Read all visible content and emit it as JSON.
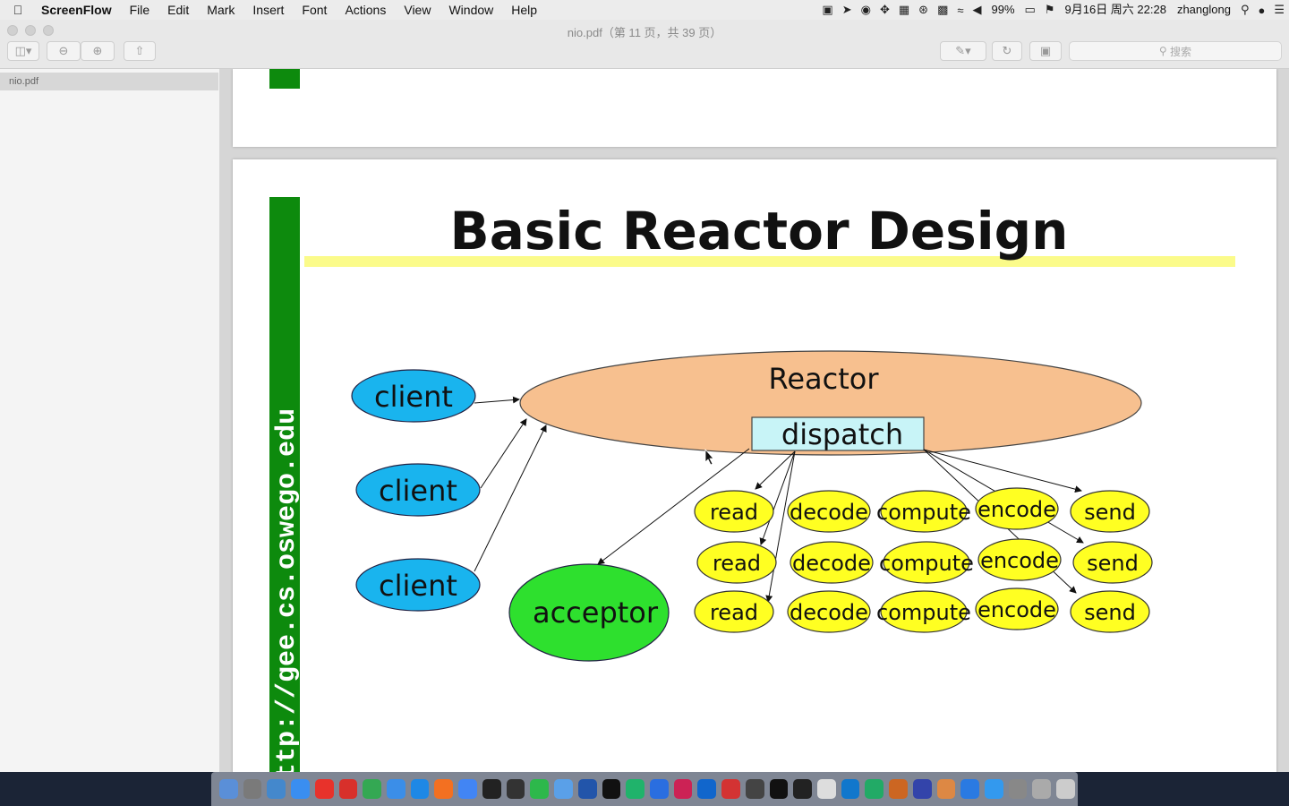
{
  "menubar": {
    "app": "ScreenFlow",
    "items": [
      "File",
      "Edit",
      "Mark",
      "Insert",
      "Font",
      "Actions",
      "View",
      "Window",
      "Help"
    ],
    "battery": "99%",
    "datetime": "9月16日 周六 22:28",
    "user": "zhanglong"
  },
  "window": {
    "title": "nio.pdf（第 11 页，共 39 页）",
    "search_placeholder": "搜索",
    "sidebar_file": "nio.pdf"
  },
  "slide": {
    "title": "Basic Reactor Design",
    "vertical_url": "http://gee.cs.oswego.edu",
    "reactor_label": "Reactor",
    "dispatch_label": "dispatch",
    "acceptor_label": "acceptor",
    "clients": [
      "client",
      "client",
      "client"
    ],
    "handler_rows": [
      [
        "read",
        "decode",
        "compute",
        "encode",
        "send"
      ],
      [
        "read",
        "decode",
        "compute",
        "encode",
        "send"
      ],
      [
        "read",
        "decode",
        "compute",
        "encode",
        "send"
      ]
    ],
    "colors": {
      "reactor": "#f7c08f",
      "dispatch": "#c8f4f7",
      "client": "#19b4ee",
      "acceptor": "#2ee02e",
      "handler": "#ffff22",
      "green_bar": "#0d8a0d",
      "title_underline": "#fbfb8a"
    }
  },
  "dock": {
    "icon_colors": [
      "#5a8fd8",
      "#7a7a7a",
      "#4488cc",
      "#3a8ef0",
      "#e8322b",
      "#d8302b",
      "#34a853",
      "#3b8ee8",
      "#1e88e5",
      "#f37021",
      "#4285f4",
      "#222222",
      "#333333",
      "#2db84b",
      "#5aa0e8",
      "#2255aa",
      "#111111",
      "#20b36b",
      "#2a6ee0",
      "#cc2255",
      "#1166cc",
      "#d33333",
      "#444444",
      "#111111",
      "#222222",
      "#dddddd",
      "#1177cc",
      "#22aa66",
      "#cc6622",
      "#3344aa",
      "#dd8844",
      "#2a7ae2",
      "#3399ee",
      "#888888",
      "#aaaaaa",
      "#cccccc"
    ]
  }
}
